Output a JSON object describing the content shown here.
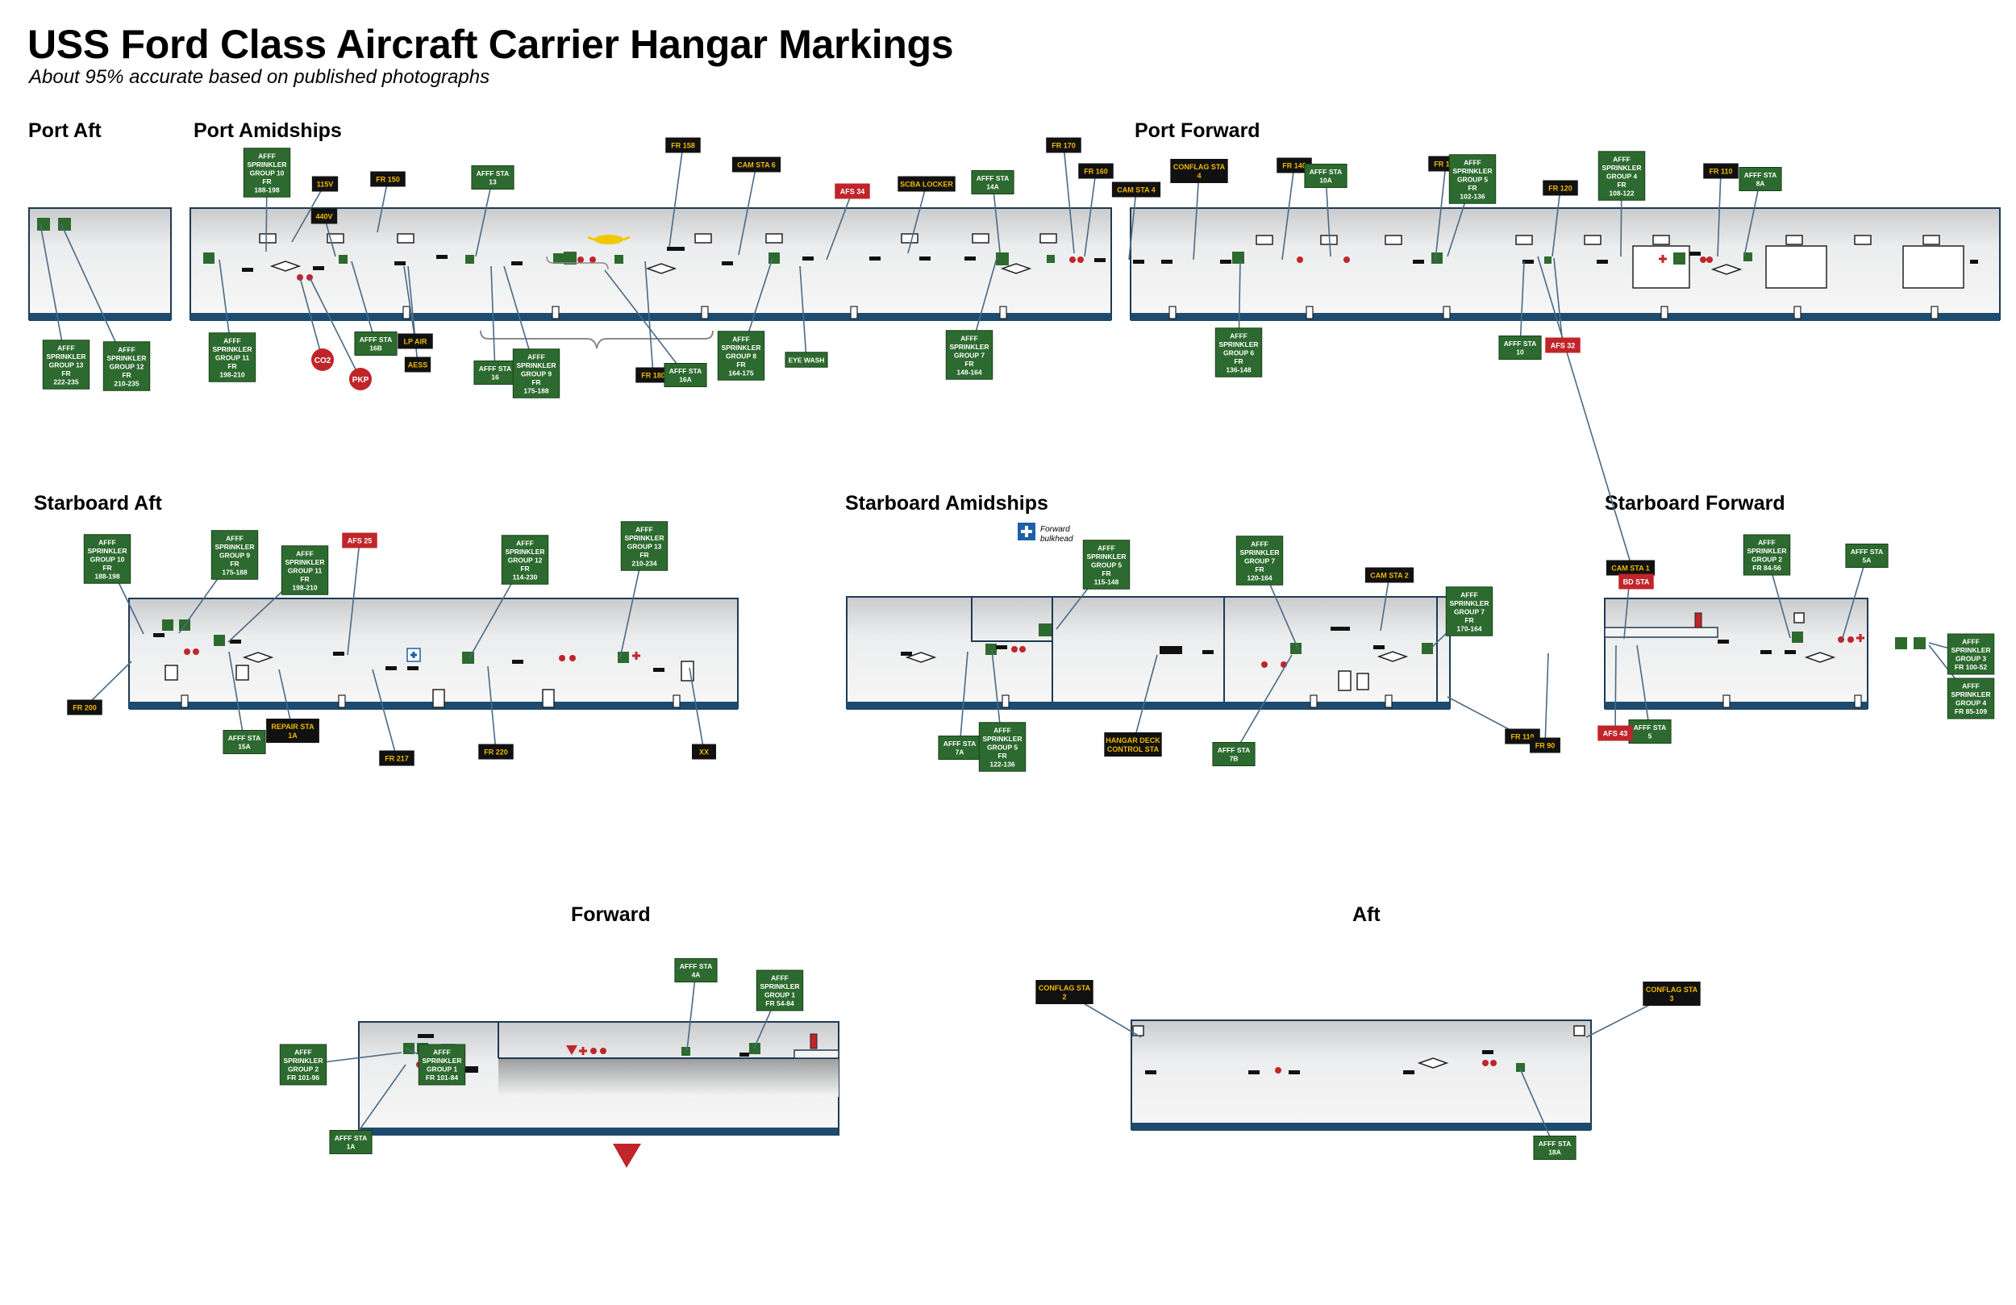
{
  "title": "USS Ford Class Aircraft Carrier Hangar Markings",
  "subtitle": "About 95% accurate based on published photographs",
  "sections": {
    "port_aft": "Port Aft",
    "port_amidships": "Port Amidships",
    "port_forward": "Port Forward",
    "starboard_aft": "Starboard Aft",
    "starboard_amidships": "Starboard Amidships",
    "starboard_forward": "Starboard Forward",
    "forward": "Forward",
    "aft": "Aft"
  },
  "notes": {
    "forward_bulkhead": "Forward bulkhead"
  },
  "colors": {
    "green": "#2d6a2f",
    "red": "#c0252a",
    "black": "#111111",
    "amber": "#f0b800",
    "sea": "#1e4b6e",
    "leader": "#4a6a84"
  },
  "labels": [
    {
      "t": "black",
      "s": "115V"
    },
    {
      "t": "black",
      "s": "440V"
    },
    {
      "t": "black",
      "s": "FR 150"
    },
    {
      "t": "black",
      "s": "FR 170"
    },
    {
      "t": "black",
      "s": "FR 160"
    },
    {
      "t": "black",
      "s": "FR 158"
    },
    {
      "t": "black",
      "s": "CAM STA 6"
    },
    {
      "t": "black",
      "s": "SCBA LOCKER"
    },
    {
      "t": "black",
      "s": "LP AIR"
    },
    {
      "t": "black",
      "s": "AESS"
    },
    {
      "t": "black",
      "s": "FR 180"
    },
    {
      "t": "black",
      "s": "FR 140"
    },
    {
      "t": "black",
      "s": "FR 130"
    },
    {
      "t": "black",
      "s": "FR 120"
    },
    {
      "t": "black",
      "s": "FR 110"
    },
    {
      "t": "black",
      "s": "CONFLAG STA 4"
    },
    {
      "t": "black",
      "s": "CAM STA 4"
    },
    {
      "t": "black",
      "s": "FR 200"
    },
    {
      "t": "black",
      "s": "FR 217"
    },
    {
      "t": "black",
      "s": "FR 220"
    },
    {
      "t": "black",
      "s": "REPAIR STA 1A"
    },
    {
      "t": "black",
      "s": "XX"
    },
    {
      "t": "black",
      "s": "FR 110"
    },
    {
      "t": "black",
      "s": "HANGAR DECK CONTROL STA"
    },
    {
      "t": "black",
      "s": "CAM STA 2"
    },
    {
      "t": "black",
      "s": "CAM STA 1"
    },
    {
      "t": "black",
      "s": "FR 90"
    },
    {
      "t": "black",
      "s": "CONFLAG STA 2"
    },
    {
      "t": "black",
      "s": "CONFLAG STA 3"
    },
    {
      "t": "green",
      "s": "AFFF SPRINKLER GROUP 10 FR 188-198"
    },
    {
      "t": "green",
      "s": "AFFF STA 13"
    },
    {
      "t": "green",
      "s": "AFFF STA 14A"
    },
    {
      "t": "green",
      "s": "AFFF SPRINKLER GROUP 11 FR 198-210"
    },
    {
      "t": "green",
      "s": "AFFF STA 16B"
    },
    {
      "t": "green",
      "s": "AFFF STA 16"
    },
    {
      "t": "green",
      "s": "AFFF SPRINKLER GROUP 9 FR 175-188"
    },
    {
      "t": "green",
      "s": "AFFF STA 16A"
    },
    {
      "t": "green",
      "s": "AFFF SPRINKLER GROUP 8 FR 164-175"
    },
    {
      "t": "green",
      "s": "EYE WASH"
    },
    {
      "t": "green",
      "s": "AFFF SPRINKLER GROUP 7 FR 148-164"
    },
    {
      "t": "green",
      "s": "AFFF SPRINKLER GROUP 13 FR 222-235"
    },
    {
      "t": "green",
      "s": "AFFF SPRINKLER GROUP 12 FR 210-235"
    },
    {
      "t": "green",
      "s": "AFFF STA 10A"
    },
    {
      "t": "green",
      "s": "AFFF SPRINKLER GROUP 5 FR 102-136"
    },
    {
      "t": "green",
      "s": "AFFF SPRINKLER GROUP 4 FR 108-122"
    },
    {
      "t": "green",
      "s": "AFFF STA 8A"
    },
    {
      "t": "green",
      "s": "AFFF SPRINKLER GROUP 6 FR 136-148"
    },
    {
      "t": "green",
      "s": "AFFF STA 10"
    },
    {
      "t": "green",
      "s": "AFFF SPRINKLER GROUP 10 FR 188-198"
    },
    {
      "t": "green",
      "s": "AFFF SPRINKLER GROUP 9 FR 175-188"
    },
    {
      "t": "green",
      "s": "AFFF SPRINKLER GROUP 11 FR 198-210"
    },
    {
      "t": "green",
      "s": "AFFF SPRINKLER GROUP 12 FR 114-230"
    },
    {
      "t": "green",
      "s": "AFFF SPRINKLER GROUP 13 FR 210-234"
    },
    {
      "t": "green",
      "s": "AFFF STA 15A"
    },
    {
      "t": "green",
      "s": "AFFF SPRINKLER GROUP 5 FR 115-148"
    },
    {
      "t": "green",
      "s": "AFFF SPRINKLER GROUP 7 FR 120-164"
    },
    {
      "t": "green",
      "s": "AFFF SPRINKLER GROUP 7 FR 170-164"
    },
    {
      "t": "green",
      "s": "AFFF STA 7A"
    },
    {
      "t": "green",
      "s": "AFFF SPRINKLER GROUP 5 FR 122-136"
    },
    {
      "t": "green",
      "s": "AFFF STA 7B"
    },
    {
      "t": "green",
      "s": "AFFF SPRINKLER GROUP 2 FR 84-56"
    },
    {
      "t": "green",
      "s": "AFFF STA 5A"
    },
    {
      "t": "green",
      "s": "AFFF SPRINKLER GROUP 3 FR 100-52"
    },
    {
      "t": "green",
      "s": "AFFF SPRINKLER GROUP 4 FR 85-109"
    },
    {
      "t": "green",
      "s": "AFFF STA 5"
    },
    {
      "t": "green",
      "s": "AFFF SPRINKLER GROUP 1 FR 101-84"
    },
    {
      "t": "green",
      "s": "AFFF STA 4A"
    },
    {
      "t": "green",
      "s": "AFFF SPRINKLER GROUP 1 FR 54-84"
    },
    {
      "t": "green",
      "s": "AFFF SPRINKLER GROUP 2 FR 101-96"
    },
    {
      "t": "green",
      "s": "AFFF STA 1A"
    },
    {
      "t": "green",
      "s": "AFFF STA 18A"
    },
    {
      "t": "red",
      "s": "AFS 34"
    },
    {
      "t": "red",
      "s": "AFS 32"
    },
    {
      "t": "red",
      "s": "AFS 25"
    },
    {
      "t": "red",
      "s": "AFS 43"
    },
    {
      "t": "red",
      "s": "BD STA"
    },
    {
      "t": "circle",
      "s": "CO2"
    },
    {
      "t": "circle",
      "s": "PKP"
    }
  ]
}
